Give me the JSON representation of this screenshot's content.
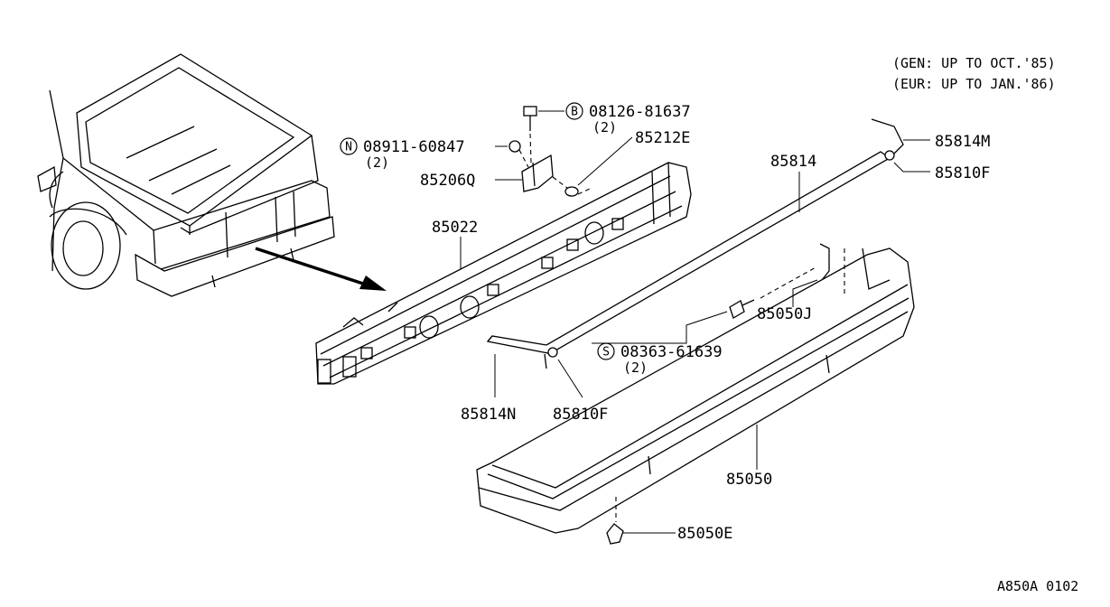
{
  "notes": {
    "line1": "(GEN: UP TO OCT.'85)",
    "line2": "(EUR: UP TO JAN.'86)"
  },
  "reference_code": "A850A 0102",
  "parts": {
    "p08126": {
      "badge": "B",
      "number": "08126-81637",
      "qty": "(2)"
    },
    "p08911": {
      "badge": "N",
      "number": "08911-60847",
      "qty": "(2)"
    },
    "p08363": {
      "badge": "S",
      "number": "08363-61639",
      "qty": "(2)"
    },
    "p85212E": {
      "number": "85212E"
    },
    "p85206Q": {
      "number": "85206Q"
    },
    "p85022": {
      "number": "85022"
    },
    "p85814": {
      "number": "85814"
    },
    "p85814M": {
      "number": "85814M"
    },
    "p85810F_top": {
      "number": "85810F"
    },
    "p85050J": {
      "number": "85050J"
    },
    "p85814N": {
      "number": "85814N"
    },
    "p85810F_bottom": {
      "number": "85810F"
    },
    "p85050": {
      "number": "85050"
    },
    "p85050E": {
      "number": "85050E"
    }
  }
}
